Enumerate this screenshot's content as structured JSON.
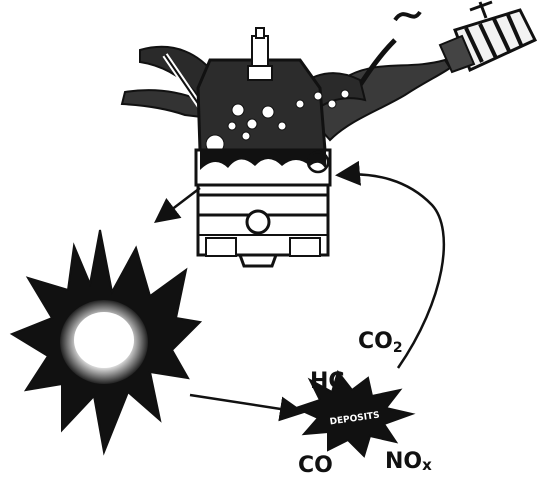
{
  "labels": {
    "hc": "HC",
    "co2_base": "CO",
    "co2_sub": "2",
    "co": "CO",
    "nox_base": "NO",
    "nox_sub": "x",
    "deposits": "DEPOSITS"
  },
  "colors": {
    "ink": "#111111",
    "paper": "#ffffff",
    "gray": "#bdbdbd"
  }
}
